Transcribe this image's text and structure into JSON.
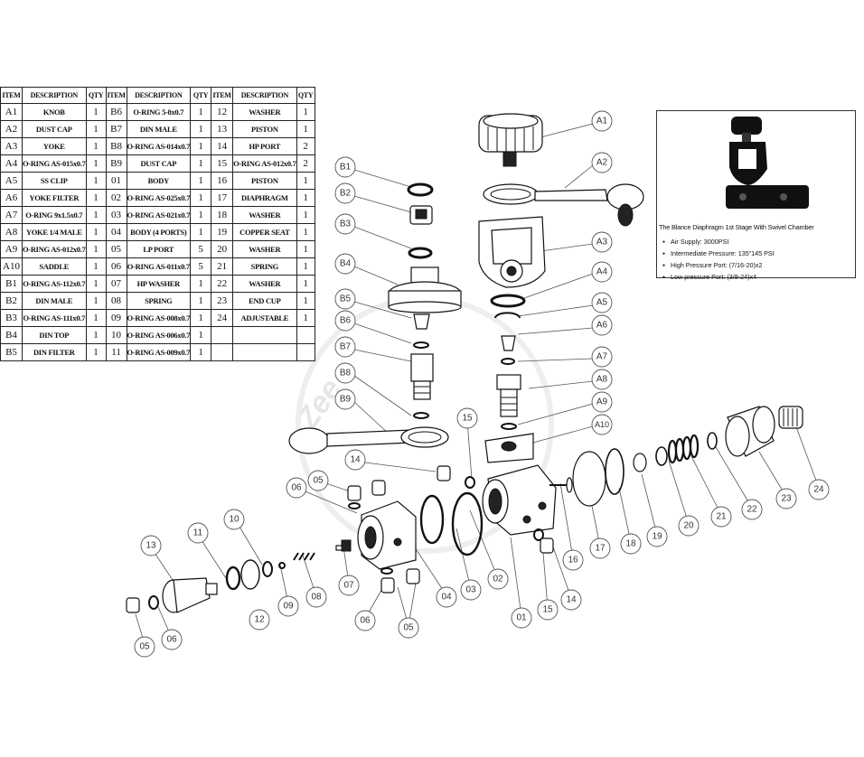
{
  "table": {
    "headers": [
      "ITEM",
      "DESCRIPTION",
      "QTY",
      "ITEM",
      "DESCRIPTION",
      "QTY",
      "ITEM",
      "DESCRIPTION",
      "QTY"
    ],
    "rows": [
      [
        "A1",
        "KNOB",
        "1",
        "B6",
        "O-RING 5-8x0.7",
        "1",
        "12",
        "WASHER",
        "1"
      ],
      [
        "A2",
        "DUST CAP",
        "1",
        "B7",
        "DIN MALE",
        "1",
        "13",
        "PISTON",
        "1"
      ],
      [
        "A3",
        "YOKE",
        "1",
        "B8",
        "O-RING AS-014x0.7",
        "1",
        "14",
        "HP PORT",
        "2"
      ],
      [
        "A4",
        "O-RING AS-015x0.7",
        "1",
        "B9",
        "DUST CAP",
        "1",
        "15",
        "O-RING AS-012x0.7",
        "2"
      ],
      [
        "A5",
        "SS CLIP",
        "1",
        "01",
        "BODY",
        "1",
        "16",
        "PISTON",
        "1"
      ],
      [
        "A6",
        "YOKE FILTER",
        "1",
        "02",
        "O-RING AS-025x0.7",
        "1",
        "17",
        "DIAPHRAGM",
        "1"
      ],
      [
        "A7",
        "O-RING 9x1.5x0.7",
        "1",
        "03",
        "O-RING AS-021x0.7",
        "1",
        "18",
        "WASHER",
        "1"
      ],
      [
        "A8",
        "YOKE 1/4 MALE",
        "1",
        "04",
        "BODY (4 PORTS)",
        "1",
        "19",
        "COPPER SEAT",
        "1"
      ],
      [
        "A9",
        "O-RING AS-012x0.7",
        "1",
        "05",
        "LP PORT",
        "5",
        "20",
        "WASHER",
        "1"
      ],
      [
        "A10",
        "SADDLE",
        "1",
        "06",
        "O-RING AS-011x0.7",
        "5",
        "21",
        "SPRING",
        "1"
      ],
      [
        "B1",
        "O-RING AS-112x0.7",
        "1",
        "07",
        "HP WASHER",
        "1",
        "22",
        "WASHER",
        "1"
      ],
      [
        "B2",
        "DIN MALE",
        "1",
        "08",
        "SPRING",
        "1",
        "23",
        "END CUP",
        "1"
      ],
      [
        "B3",
        "O-RING AS-111x0.7",
        "1",
        "09",
        "O-RING AS-008x0.7",
        "1",
        "24",
        "ADJUSTABLE",
        "1"
      ],
      [
        "B4",
        "DIN TOP",
        "1",
        "10",
        "O-RING AS-006x0.7",
        "1",
        "",
        "",
        ""
      ],
      [
        "B5",
        "DIN FILTER",
        "1",
        "11",
        "O-RING AS-009x0.7",
        "1",
        "",
        "",
        ""
      ]
    ]
  },
  "spec": {
    "title": "The Blance Diaphragm 1st Stage With Swivel Chamber",
    "items": [
      "Air Supply: 3000PSI",
      "Intermediate Pressure: 135”145 PSI",
      "High Pressure Port: (7/16-20)x2",
      "Low pressure Port: (3/8-24)x4"
    ]
  },
  "watermark": "Zee",
  "callouts": {
    "A1": "A1",
    "A2": "A2",
    "A3": "A3",
    "A4": "A4",
    "A5": "A5",
    "A6": "A6",
    "A7": "A7",
    "A8": "A8",
    "A9": "A9",
    "A10": "A10",
    "B1": "B1",
    "B2": "B2",
    "B3": "B3",
    "B4": "B4",
    "B5": "B5",
    "B6": "B6",
    "B7": "B7",
    "B8": "B8",
    "B9": "B9",
    "c01": "01",
    "c02": "02",
    "c03": "03",
    "c04": "04",
    "c05a": "05",
    "c05b": "05",
    "c05c": "05",
    "c06a": "06",
    "c06b": "06",
    "c06c": "06",
    "c07": "07",
    "c08": "08",
    "c09": "09",
    "c10": "10",
    "c11": "11",
    "c12": "12",
    "c13": "13",
    "c14a": "14",
    "c14b": "14",
    "c15a": "15",
    "c15b": "15",
    "c16": "16",
    "c17": "17",
    "c18": "18",
    "c19": "19",
    "c20": "20",
    "c21": "21",
    "c22": "22",
    "c23": "23",
    "c24": "24"
  }
}
